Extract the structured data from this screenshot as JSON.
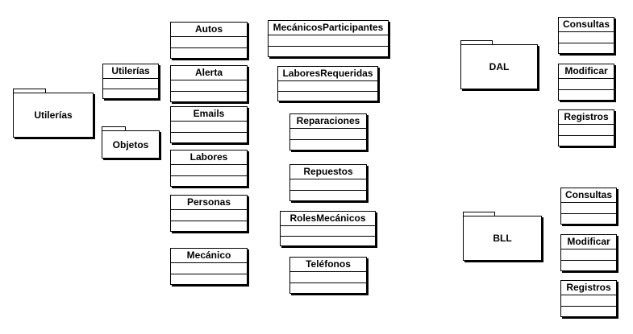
{
  "packages": {
    "utilerias_main": "Utilerías",
    "objetos": "Objetos",
    "dal": "DAL",
    "bll": "BLL"
  },
  "classes": {
    "utilerias": "Utilerías",
    "autos": "Autos",
    "alerta": "Alerta",
    "emails": "Emails",
    "labores": "Labores",
    "personas": "Personas",
    "mecanico": "Mecánico",
    "mecanicos_participantes": "MecánicosParticipantes",
    "labores_requeridas": "LaboresRequeridas",
    "reparaciones": "Reparaciones",
    "repuestos": "Repuestos",
    "roles_mecanicos": "RolesMecánicos",
    "telefonos": "Teléfonos",
    "dal_consultas": "Consultas",
    "dal_modificar": "Modificar",
    "dal_registros": "Registros",
    "bll_consultas": "Consultas",
    "bll_modificar": "Modificar",
    "bll_registros": "Registros"
  }
}
